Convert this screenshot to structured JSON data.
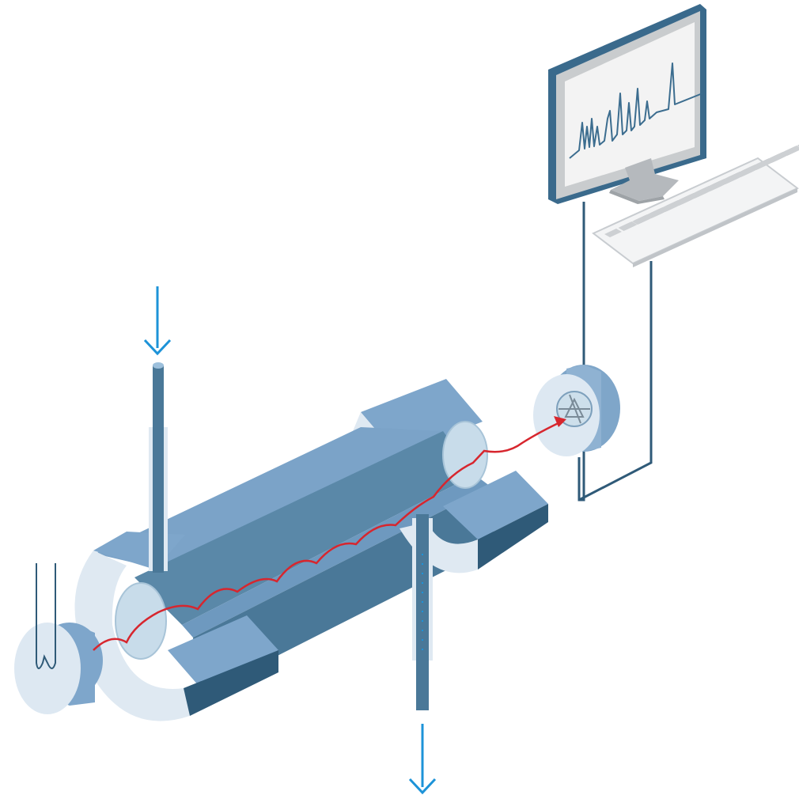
{
  "diagram": {
    "kind": "gas-cell-spectroscopy-setup",
    "components": [
      "light-source",
      "gas-inlet",
      "gas-cell",
      "gas-outlet",
      "detector",
      "monitor",
      "keyboard"
    ],
    "spectrum_peaks": 9
  },
  "colors": {
    "steel_dark": "#2f5a78",
    "steel_mid": "#5f8fb2",
    "steel_light": "#7fa6c9",
    "face_pale": "#dde8f2",
    "glass": "#c8dcea",
    "beam": "#d7262e",
    "flow_arrow": "#1d93d8",
    "monitor_frame": "#3a6a8c",
    "screen": "#f2f2f2",
    "stand": "#b8bcc0",
    "keyboard_key": "#cdd0d3"
  },
  "icons": {
    "inlet_arrow": "arrow-down-icon",
    "outlet_arrow": "arrow-down-icon",
    "detector_symbol": "detector-icon",
    "lamp": "lamp-filament-icon"
  }
}
